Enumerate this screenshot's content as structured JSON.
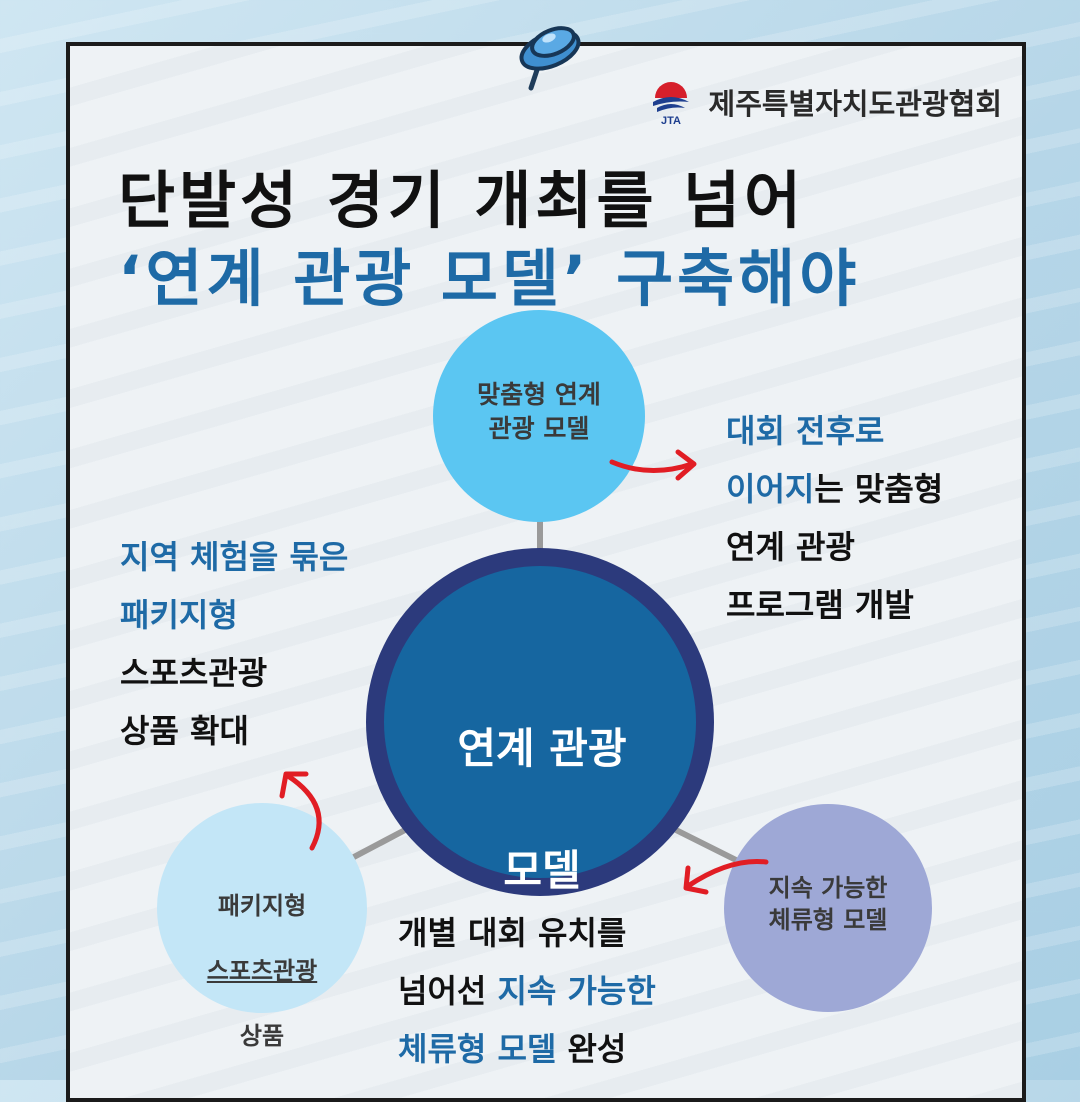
{
  "colors": {
    "title_black": "#111111",
    "title_blue": "#1e6aa6",
    "center_circle": "#1666a0",
    "center_ring": "#2c3a7c",
    "top_circle": "#5bc6f2",
    "left_circle": "#c3e6f7",
    "right_circle": "#9ea8d6",
    "arrow_red": "#e11d24",
    "connector": "#9a9a9a"
  },
  "header": {
    "org_name": "제주특별자치도관광협회",
    "logo_caption": "JTA"
  },
  "title": {
    "line1": "단발성 경기 개최를 넘어",
    "line2": "‘연계 관광 모델’ 구축해야"
  },
  "diagram": {
    "center": {
      "line1": "연계 관광",
      "line2": "모델"
    },
    "top": {
      "label": "맞춤형 연계\n관광 모델"
    },
    "left": {
      "label_line1": "패키지형",
      "label_line2": "스포츠관광",
      "label_line3": "상품"
    },
    "right": {
      "label": "지속 가능한\n체류형 모델"
    }
  },
  "descriptions": {
    "top": {
      "line1": "대회 전후로",
      "line2_blue": "이어지",
      "line2_black": "는 맞춤형",
      "line3": "연계 관광",
      "line4": "프로그램 개발"
    },
    "left": {
      "line1": "지역 체험을 묶은",
      "line2": "패키지형",
      "line3": "스포츠관광",
      "line4": "상품 확대"
    },
    "bottom": {
      "line1": "개별 대회 유치를",
      "line2_black": "넘어선 ",
      "line2_blue": "지속 가능한",
      "line3_blue": "체류형 모델",
      "line3_black": " 완성"
    }
  },
  "icons": {
    "pin": "pushpin-icon",
    "logo": "jta-logo-icon",
    "arrows": "curved-arrow-icon"
  }
}
